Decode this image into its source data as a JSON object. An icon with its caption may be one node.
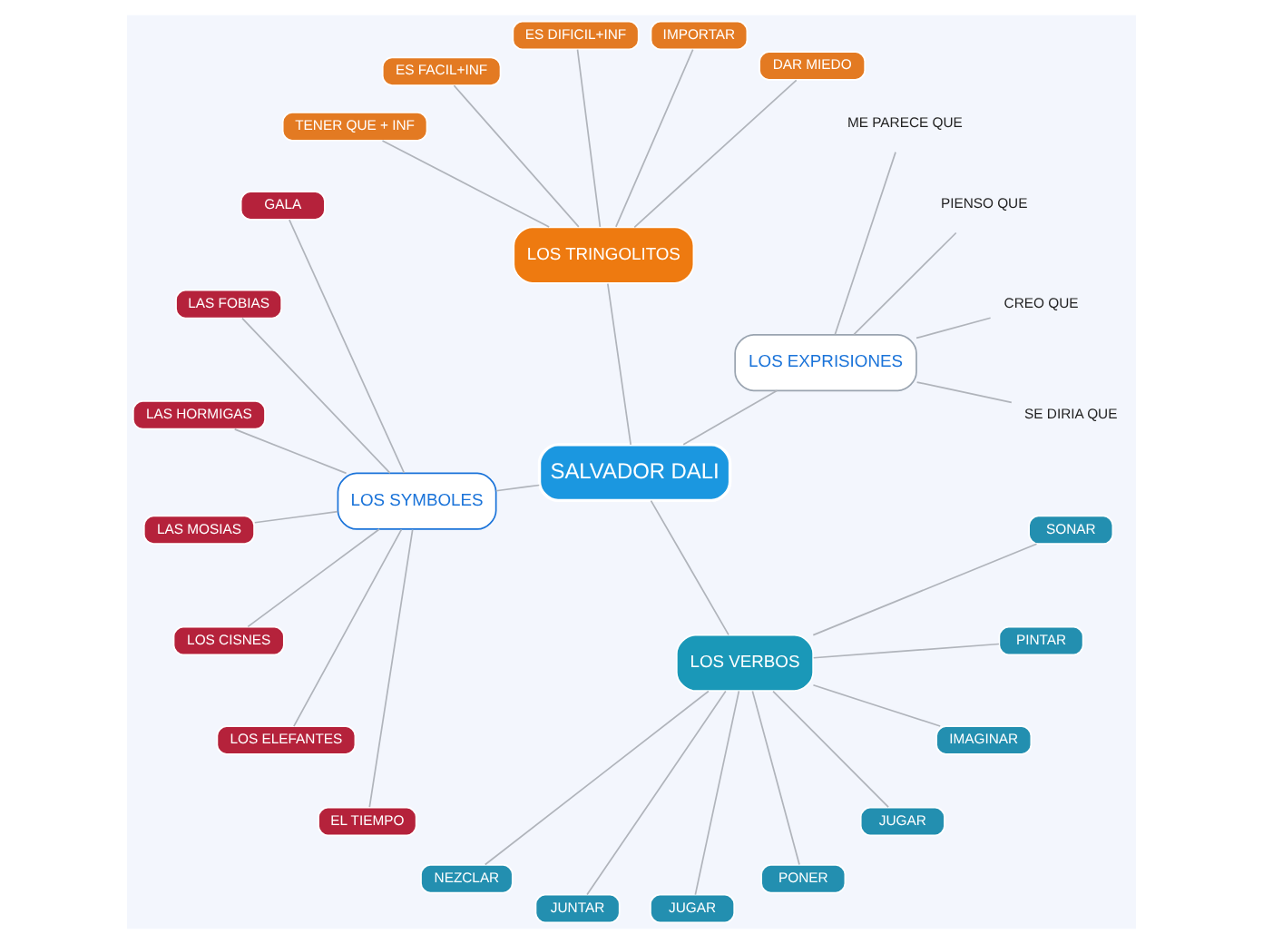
{
  "diagram": {
    "nodes": [
      {
        "text": [
          "SALVADOR DALI"
        ]
      },
      {
        "text": [
          "LOS EXPRISIONES"
        ]
      },
      {
        "text": [
          "SE DIRIA QUE"
        ]
      },
      {
        "text": [
          "CREO QUE"
        ]
      },
      {
        "text": [
          "PIENSO QUE"
        ]
      },
      {
        "text": [
          "ME PARECE QUE"
        ]
      },
      {
        "text": [
          "LOS TRINGOLITOS"
        ]
      },
      {
        "text": [
          "DAR MIEDO"
        ]
      },
      {
        "text": [
          "IMPORTAR"
        ]
      },
      {
        "text": [
          "ES DIFICIL+INF"
        ]
      },
      {
        "text": [
          "ES FACIL+INF"
        ]
      },
      {
        "text": [
          "TENER QUE + INF"
        ]
      },
      {
        "text": [
          "LOS SYMBOLES"
        ]
      },
      {
        "text": [
          "GALA"
        ]
      },
      {
        "text": [
          "LAS FOBIAS"
        ]
      },
      {
        "text": [
          "LAS HORMIGAS"
        ]
      },
      {
        "text": [
          "LAS MOSIAS"
        ]
      },
      {
        "text": [
          "LOS CISNES"
        ]
      },
      {
        "text": [
          "LOS ELEFANTES"
        ]
      },
      {
        "text": [
          "EL TIEMPO"
        ]
      },
      {
        "text": [
          "LOS VERBOS"
        ]
      },
      {
        "text": [
          "NEZCLAR"
        ]
      },
      {
        "text": [
          "JUNTAR"
        ]
      },
      {
        "text": [
          "JUGAR"
        ]
      },
      {
        "text": [
          "PONER"
        ]
      },
      {
        "text": [
          "JUGAR"
        ]
      },
      {
        "text": [
          "IMAGINAR"
        ]
      },
      {
        "text": [
          "PINTAR"
        ]
      },
      {
        "text": [
          "SONAR"
        ]
      }
    ],
    "edges": [
      {
        "from": 0,
        "to": 1,
        "arrow": "none"
      },
      {
        "from": 1,
        "to": 2,
        "arrow": "none"
      },
      {
        "from": 1,
        "to": 3,
        "arrow": "none"
      },
      {
        "from": 1,
        "to": 4,
        "arrow": "none"
      },
      {
        "from": 1,
        "to": 5,
        "arrow": "none"
      },
      {
        "from": 0,
        "to": 6,
        "arrow": "none"
      },
      {
        "from": 6,
        "to": 7,
        "arrow": "none"
      },
      {
        "from": 6,
        "to": 8,
        "arrow": "none"
      },
      {
        "from": 6,
        "to": 9,
        "arrow": "none"
      },
      {
        "from": 6,
        "to": 10,
        "arrow": "none"
      },
      {
        "from": 6,
        "to": 11,
        "arrow": "none"
      },
      {
        "from": 0,
        "to": 12,
        "arrow": "none"
      },
      {
        "from": 12,
        "to": 13,
        "arrow": "none"
      },
      {
        "from": 12,
        "to": 14,
        "arrow": "none"
      },
      {
        "from": 12,
        "to": 15,
        "arrow": "none"
      },
      {
        "from": 12,
        "to": 16,
        "arrow": "none"
      },
      {
        "from": 12,
        "to": 17,
        "arrow": "none"
      },
      {
        "from": 12,
        "to": 18,
        "arrow": "none"
      },
      {
        "from": 12,
        "to": 19,
        "arrow": "none"
      },
      {
        "from": 0,
        "to": 20,
        "arrow": "none"
      },
      {
        "from": 20,
        "to": 21,
        "arrow": "none"
      },
      {
        "from": 20,
        "to": 22,
        "arrow": "none"
      },
      {
        "from": 20,
        "to": 23,
        "arrow": "none"
      },
      {
        "from": 20,
        "to": 24,
        "arrow": "none"
      },
      {
        "from": 20,
        "to": 25,
        "arrow": "none"
      },
      {
        "from": 20,
        "to": 26,
        "arrow": "none"
      },
      {
        "from": 20,
        "to": 27,
        "arrow": "none"
      },
      {
        "from": 20,
        "to": 28,
        "arrow": "none"
      }
    ]
  }
}
